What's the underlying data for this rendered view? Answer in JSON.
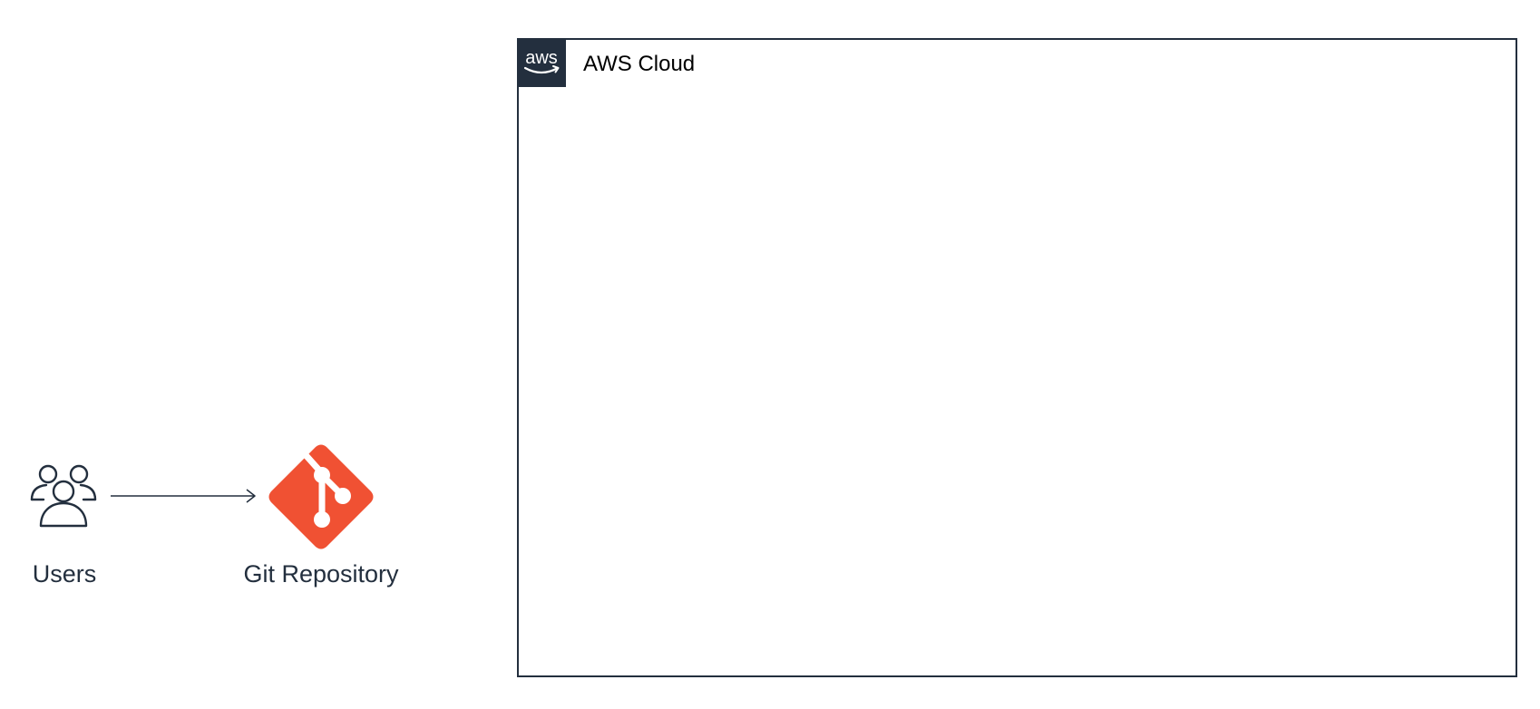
{
  "diagram": {
    "nodes": [
      {
        "id": "users",
        "label": "Users",
        "icon": "users-icon"
      },
      {
        "id": "git",
        "label": "Git Repository",
        "icon": "git-icon"
      }
    ],
    "edges": [
      {
        "from": "users",
        "to": "git",
        "style": "arrow"
      }
    ],
    "groups": [
      {
        "id": "aws-cloud",
        "label": "AWS Cloud",
        "badge_icon": "aws-logo-icon",
        "badge_text": "aws"
      }
    ],
    "colors": {
      "aws_dark": "#232f3e",
      "git_orange": "#f05133",
      "border": "#232f3e",
      "background": "#ffffff"
    }
  }
}
